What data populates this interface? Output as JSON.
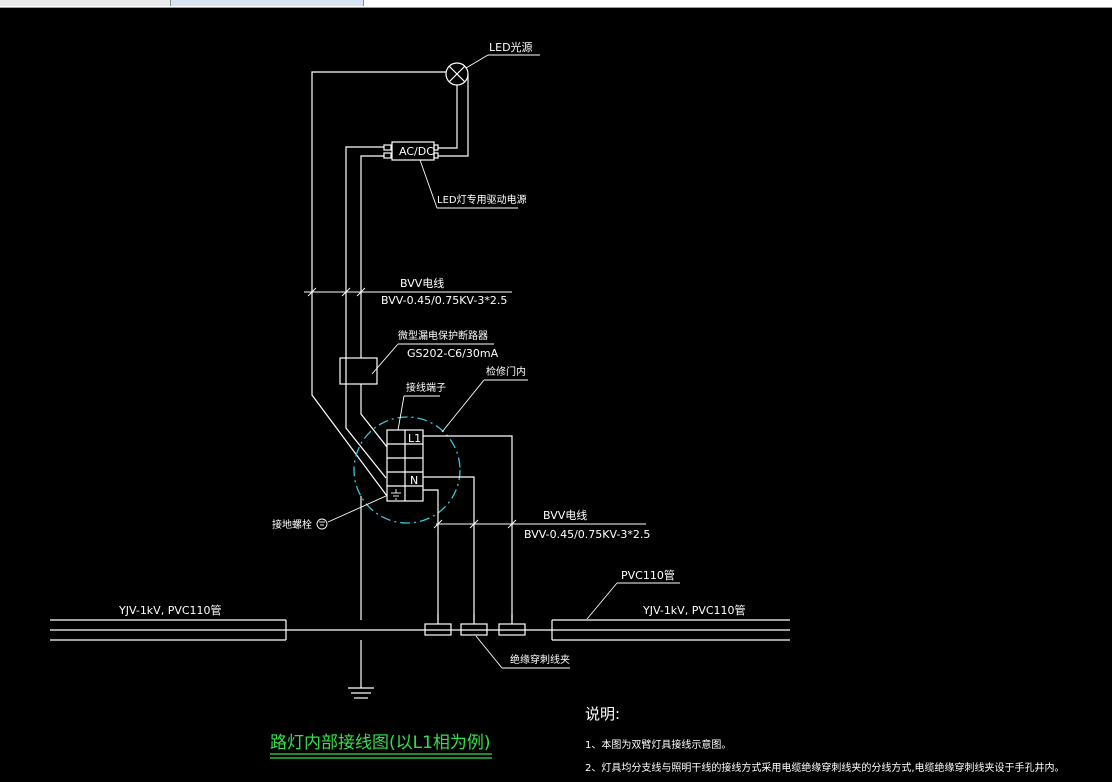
{
  "diagram": {
    "title": "路灯内部接线图(以L1相为例)",
    "labels": {
      "led_light": "LED光源",
      "acdc": "AC/DC",
      "led_driver": "LED灯专用驱动电源",
      "bvv_top_name": "BVV电线",
      "bvv_top_spec": "BVV-0.45/0.75KV-3*2.5",
      "breaker_name": "微型漏电保护断路器",
      "breaker_model": "GS202-C6/30mA",
      "terminal_block": "接线端子",
      "access_door": "检修门内",
      "terminal_l1": "L1",
      "terminal_n": "N",
      "grounding": "接地螺栓",
      "bvv_bottom_name": "BVV电线",
      "bvv_bottom_spec": "BVV-0.45/0.75KV-3*2.5",
      "cable_left": "YJV-1kV, PVC110管",
      "cable_right": "YJV-1kV, PVC110管",
      "pvc_pipe": "PVC110管",
      "clamp": "绝缘穿刺线夹"
    }
  },
  "notes": {
    "heading": "说明:",
    "items": [
      "1、本图为双臂灯具接线示意图。",
      "2、灯具均分支线与照明干线的接线方式采用电缆绝缘穿刺线夹的分线方式,电缆绝缘穿刺线夹设于手孔井内。"
    ]
  },
  "colors": {
    "background": "#000000",
    "drawing": "#ffffff",
    "title": "#32e04a",
    "dashed_circle": "#38c8dc"
  }
}
